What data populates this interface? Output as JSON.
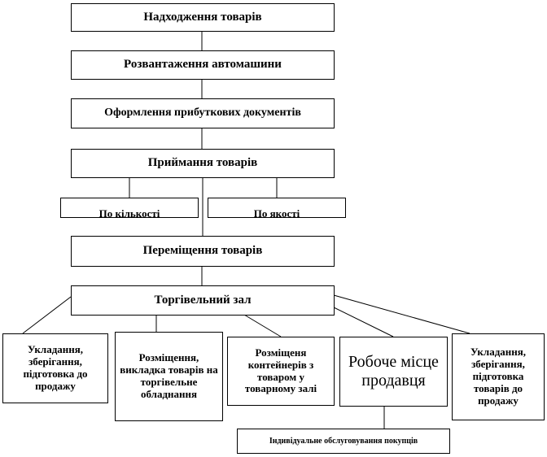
{
  "title": "Надходження товарів",
  "steps": {
    "unloading": "Розвантаження автомашини",
    "documents": "Оформлення прибуткових документів",
    "acceptance": "Приймання товарів",
    "by_quantity": "По кількості",
    "by_quality": "По якості",
    "movement": "Переміщення товарів",
    "sales_hall": "Торгівельний зал"
  },
  "hall_branches": [
    "Укладання, зберігання, підготовка до продажу",
    "Розміщення, викладка товарів на торгівельне обладнання",
    "Розміщеня контейнерів з товаром у товарному залі",
    "Робоче місце продавця",
    "Укладання, зберігання, підготовка товарів до продажу"
  ],
  "service": "Індивідуальне обслуговування покупців"
}
